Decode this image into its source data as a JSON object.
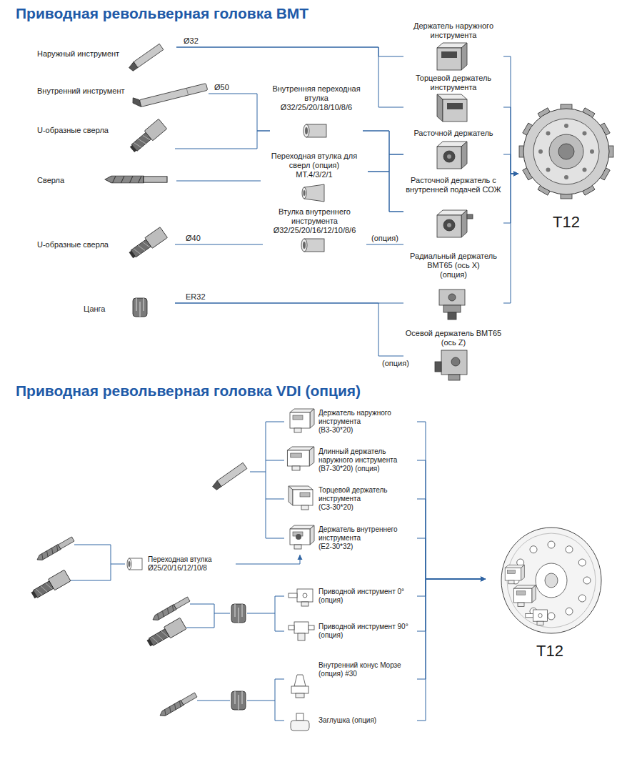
{
  "diagram": {
    "title": "Приводная револьверная головка BMT",
    "nodes": [
      {
        "text": [
          "Наружный инструмент"
        ]
      },
      {
        "text": [
          "Внутренний инструмент"
        ]
      },
      {
        "text": [
          "U-образные сверла"
        ]
      },
      {
        "text": [
          "Сверла"
        ]
      },
      {
        "text": [
          "U-образные сверла"
        ]
      },
      {
        "text": [
          "Цанга"
        ]
      },
      {
        "text": [
          "Внутренняя переходная втулка",
          "Ø32/25/20/18/10/8/6"
        ]
      },
      {
        "text": [
          "Переходная втулка для сверл (опция)",
          "MT.4/3/2/1"
        ]
      },
      {
        "text": [
          "Втулка внутреннего инструмента",
          "Ø32/25/20/16/12/10/8/6"
        ]
      },
      {
        "text": [
          "Держатель наружного инструмента"
        ]
      },
      {
        "text": [
          "Торцевой держатель инструмента"
        ]
      },
      {
        "text": [
          "Расточной держатель"
        ]
      },
      {
        "text": [
          "Расточной держатель с внутренней подачей СОЖ"
        ]
      },
      {
        "text": [
          "Радиальный держатель BMT65 (ось X)",
          "(опция)"
        ]
      },
      {
        "text": [
          "Осевой держатель BMT65 (ось Z)"
        ]
      },
      {
        "text": [
          "T12"
        ]
      },
      {
        "text": [
          "Держатель наружного инструмента",
          "(B3-30*20)"
        ]
      },
      {
        "text": [
          "Длинный держатель наружного инструмента",
          "(B7-30*20) (опция)"
        ]
      },
      {
        "text": [
          "Торцевой держатель инструмента",
          "(C3-30*20)"
        ]
      },
      {
        "text": [
          "Держатель внутреннего инструмента",
          "(E2-30*32)"
        ]
      },
      {
        "text": [
          "Переходная втулка",
          "Ø25/20/16/12/10/8"
        ]
      },
      {
        "text": [
          "Приводной инструмент 0° (опция)"
        ]
      },
      {
        "text": [
          "Приводной инструмент 90° (опция)"
        ]
      },
      {
        "text": [
          "Внутренний конус Морзе (опция) #30"
        ]
      },
      {
        "text": [
          "Заглушка (опция)"
        ]
      },
      {
        "text": [
          "T12"
        ]
      }
    ],
    "edges": [
      {
        "from": 0,
        "to": 9,
        "arrow": "none",
        "label": "Ø32"
      },
      {
        "from": 0,
        "to": 10,
        "arrow": "none"
      },
      {
        "from": 1,
        "to": 6,
        "arrow": "none",
        "label": "Ø50"
      },
      {
        "from": 2,
        "to": 6,
        "arrow": "none"
      },
      {
        "from": 6,
        "to": 11,
        "arrow": "none"
      },
      {
        "from": 6,
        "to": 12,
        "arrow": "none"
      },
      {
        "from": 3,
        "to": 7,
        "arrow": "none"
      },
      {
        "from": 7,
        "to": 11,
        "arrow": "none"
      },
      {
        "from": 7,
        "to": 12,
        "arrow": "none"
      },
      {
        "from": 4,
        "to": 8,
        "arrow": "none",
        "label": "Ø40"
      },
      {
        "from": 8,
        "to": 12,
        "arrow": "none",
        "label": "(опция)"
      },
      {
        "from": 5,
        "to": 13,
        "arrow": "none",
        "label": "ER32"
      },
      {
        "from": 5,
        "to": 14,
        "arrow": "none",
        "label": "(опция)"
      },
      {
        "from": 9,
        "to": 15,
        "arrow": "to"
      },
      {
        "from": 10,
        "to": 15,
        "arrow": "to"
      },
      {
        "from": 11,
        "to": 15,
        "arrow": "to"
      },
      {
        "from": 12,
        "to": 15,
        "arrow": "to"
      },
      {
        "from": 13,
        "to": 15,
        "arrow": "to"
      },
      {
        "from": 16,
        "to": 25,
        "arrow": "to"
      },
      {
        "from": 17,
        "to": 25,
        "arrow": "to"
      },
      {
        "from": 18,
        "to": 25,
        "arrow": "to"
      },
      {
        "from": 19,
        "to": 25,
        "arrow": "to"
      },
      {
        "from": 20,
        "to": 19,
        "arrow": "to"
      },
      {
        "from": 21,
        "to": 25,
        "arrow": "to"
      },
      {
        "from": 22,
        "to": 25,
        "arrow": "to"
      },
      {
        "from": 23,
        "to": 25,
        "arrow": "to"
      },
      {
        "from": 24,
        "to": 25,
        "arrow": "to"
      }
    ],
    "labels": [
      "Приводная револьверная головка VDI (опция)"
    ]
  }
}
